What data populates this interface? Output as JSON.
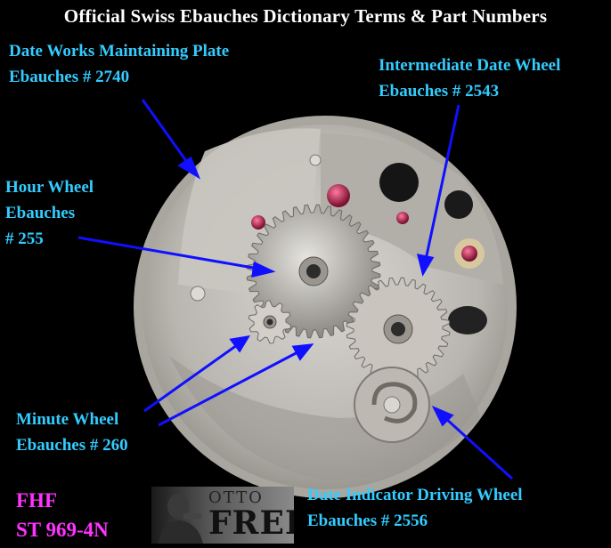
{
  "title": "Official Swiss Ebauches Dictionary Terms & Part Numbers",
  "labels": {
    "date_works_plate": {
      "line1": "Date Works Maintaining Plate",
      "line2": "Ebauches # 2740"
    },
    "intermediate_date_wheel": {
      "line1": "Intermediate Date Wheel",
      "line2": "Ebauches # 2543"
    },
    "hour_wheel": {
      "line1": "Hour Wheel",
      "line2": "Ebauches",
      "line3": "# 255"
    },
    "minute_wheel": {
      "line1": "Minute Wheel",
      "line2": "Ebauches # 260"
    },
    "date_indicator_driving_wheel": {
      "line1": "Date Indicator Driving Wheel",
      "line2": "Ebauches # 2556"
    }
  },
  "model": {
    "brand": "FHF",
    "number": "ST 969-4N"
  },
  "logo": {
    "line1": "OTTO",
    "line2": "FREI"
  },
  "colors": {
    "background": "#000000",
    "title": "#ffffff",
    "label": "#33ccff",
    "arrow": "#1010ff",
    "model": "#ff33ff"
  },
  "icons": [
    "watch-movement-photo",
    "arrow-icon",
    "otto-frei-logo"
  ]
}
